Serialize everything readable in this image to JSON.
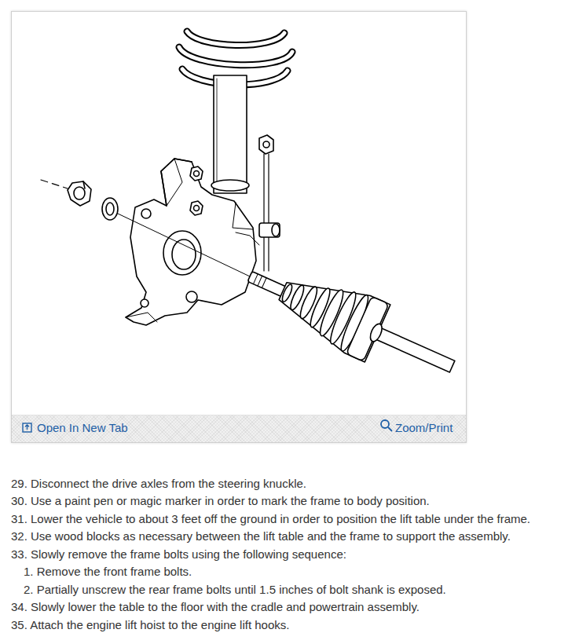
{
  "diagram": {
    "labels": [
      "Open In New Tab",
      "Zoom/Print",
      "29. Disconnect the drive axles from the steering knuckle.",
      "30. Use a paint pen or magic marker in order to mark the frame to body position.",
      "31. Lower the vehicle to about 3 feet off the ground in order to position the lift table under the frame.",
      "32. Use wood blocks as necessary between the lift table and the frame to support the assembly.",
      "33. Slowly remove the frame bolts using the following sequence:",
      "1. Remove the front frame bolts.",
      "2. Partially unscrew the rear frame bolts until 1.5 inches of bolt shank is exposed.",
      "34. Slowly lower the table to the floor with the cradle and powertrain assembly.",
      "35. Attach the engine lift hoist to the engine lift hooks."
    ]
  }
}
